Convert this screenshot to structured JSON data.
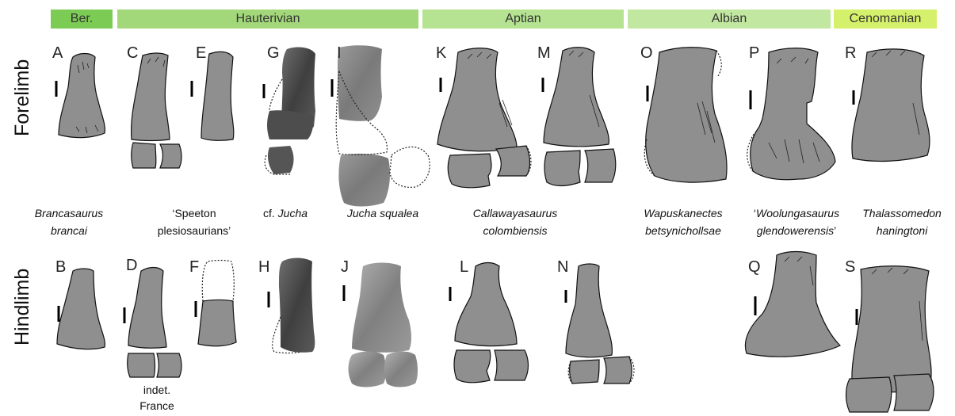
{
  "stages": [
    {
      "label": "Ber.",
      "color": "#7ccb55"
    },
    {
      "label": "Hauterivian",
      "color": "#a2d77a"
    },
    {
      "label": "Aptian",
      "color": "#b5e391"
    },
    {
      "label": "Albian",
      "color": "#c2e7a1"
    },
    {
      "label": "Cenomanian",
      "color": "#d5f06a"
    }
  ],
  "rows": {
    "forelimb": "Forelimb",
    "hindlimb": "Hindlimb"
  },
  "letters": [
    "A",
    "B",
    "C",
    "D",
    "E",
    "F",
    "G",
    "H",
    "I",
    "J",
    "K",
    "L",
    "M",
    "N",
    "O",
    "P",
    "Q",
    "R",
    "S"
  ],
  "species": {
    "brancasaurus": {
      "line1": "Brancasaurus",
      "line2": "brancai"
    },
    "speeton": {
      "line1": "‘Speeton",
      "line2": "plesiosaurians’"
    },
    "cf_jucha": {
      "prefix": "cf. ",
      "name": "Jucha"
    },
    "jucha_squalea": {
      "name": "Jucha squalea"
    },
    "callawayasaurus": {
      "line1": "Callawayasaurus",
      "line2": "colombiensis"
    },
    "wapuskanectes": {
      "line1": "Wapuskanectes",
      "line2": "betsynichollsae"
    },
    "woolungasaurus": {
      "quote_open": "‘",
      "line1": "Woolungasaurus",
      "line2": "glendowerensis",
      "quote_close": "’"
    },
    "thalassomedon": {
      "line1": "Thalassomedon",
      "line2": "haningtoni"
    },
    "indet": {
      "line1": "indet.",
      "line2": "France"
    }
  },
  "colors": {
    "bone": "#8f8f8f",
    "photo_dark": "#4a4a4a",
    "photo_light": "#9a9a9a"
  }
}
